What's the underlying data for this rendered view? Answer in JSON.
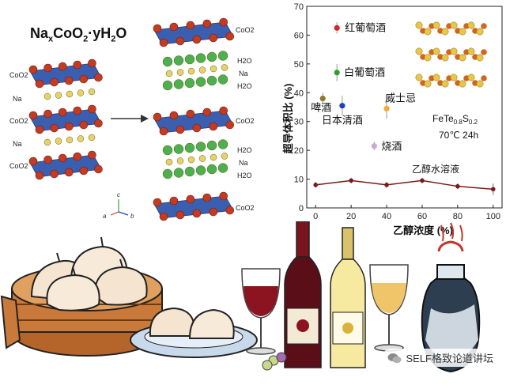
{
  "structure": {
    "formula_main": "Na",
    "formula_sub_x": "x",
    "formula_mid": "CoO",
    "formula_sub_2a": "2",
    "formula_dot": "·yH",
    "formula_sub_2b": "2",
    "formula_end": "O",
    "left_labels": [
      "CoO2",
      "Na",
      "CoO2",
      "Na",
      "CoO2"
    ],
    "right_labels": [
      "CoO2",
      "H2O",
      "Na",
      "H2O",
      "CoO2",
      "H2O",
      "Na",
      "H2O",
      "CoO2"
    ],
    "axis_labels": {
      "a": "a",
      "b": "b",
      "c": "c"
    }
  },
  "chart_data": {
    "type": "scatter",
    "ylabel": "超导体积比 (%)",
    "xlabel": "乙醇浓度 (%)",
    "xlim": [
      -5,
      105
    ],
    "ylim": [
      0,
      70
    ],
    "x_ticks": [
      0,
      20,
      40,
      60,
      80,
      100
    ],
    "y_ticks": [
      0,
      10,
      20,
      30,
      40,
      50,
      60,
      70
    ],
    "annotation_material": "FeTe",
    "annotation_sub1": "0.8",
    "annotation_s": "S",
    "annotation_sub2": "0.2",
    "annotation_condition": "70℃ 24h",
    "points": [
      {
        "label": "红葡萄酒",
        "x": 12,
        "y": 62.5,
        "err": 2,
        "color": "#d62728"
      },
      {
        "label": "白葡萄酒",
        "x": 12,
        "y": 47,
        "err": 3,
        "color": "#2ca02c"
      },
      {
        "label": "啤酒",
        "x": 4,
        "y": 38,
        "err": 2,
        "color": "#8c7a2a"
      },
      {
        "label": "日本清酒",
        "x": 15,
        "y": 35.5,
        "err": 3.5,
        "color": "#1f3fbf"
      },
      {
        "label": "威士忌",
        "x": 40,
        "y": 34.5,
        "err": 3.5,
        "color": "#f2a93b"
      },
      {
        "label": "烧酒",
        "x": 33,
        "y": 21.5,
        "err": 1.5,
        "color": "#c9a7e0"
      }
    ],
    "series": [
      {
        "name": "乙醇水溶液",
        "x": [
          0,
          20,
          40,
          60,
          80,
          100
        ],
        "values": [
          8,
          9.5,
          8,
          9.5,
          7.5,
          6.5
        ],
        "err": [
          1,
          1,
          1,
          1,
          1,
          2
        ],
        "color": "#7b1a1a"
      }
    ]
  },
  "watermark": {
    "text": "SELF格致论道讲坛"
  }
}
